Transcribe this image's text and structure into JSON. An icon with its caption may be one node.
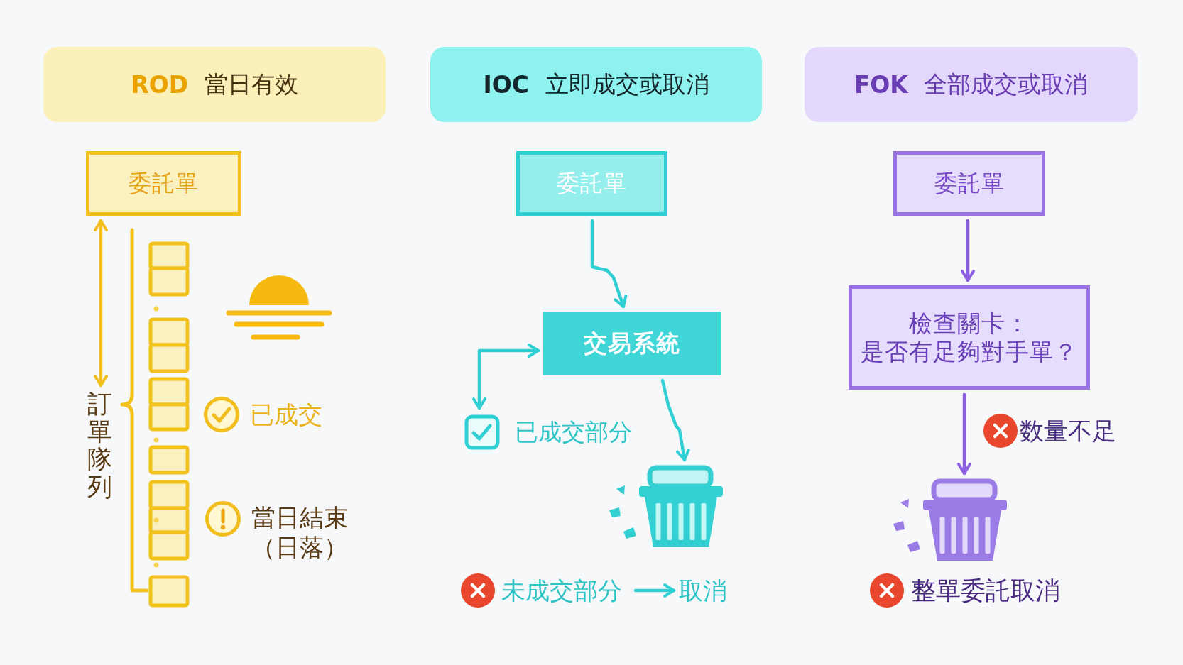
{
  "diagram": {
    "nodes": [
      {
        "text": [
          "**ROD** 當日有效"
        ]
      },
      {
        "text": [
          "**IOC** 立即成交或取消"
        ]
      },
      {
        "text": [
          "**FOK** 全部成交或取消"
        ]
      },
      {
        "text": [
          "委託單"
        ]
      },
      {
        "text": [
          "訂單隊列"
        ]
      },
      {
        "text": [
          "委託單"
        ]
      },
      {
        "text": [
          "交易系統"
        ]
      },
      {
        "text": [
          "已成交部分"
        ]
      },
      {
        "text": [],
        "shape": "picture"
      },
      {
        "text": [
          "未成交部分"
        ]
      },
      {
        "text": [
          "取消"
        ]
      },
      {
        "text": [
          "委託單"
        ]
      },
      {
        "text": [
          "檢查關卡：",
          "是否有足夠對手單？"
        ]
      },
      {
        "text": [],
        "shape": "picture",
        "beside": [
          "整單委託取消"
        ]
      }
    ],
    "edges": [
      {
        "from": 3,
        "to": 4,
        "arrow": "both",
        "color": "#f2c01e"
      },
      {
        "from": 5,
        "to": 6,
        "arrow": "to"
      },
      {
        "from": 6,
        "to": 7,
        "arrow": "both"
      },
      {
        "from": 6,
        "to": 8,
        "arrow": "to"
      },
      {
        "from": 9,
        "to": 10,
        "arrow": "to"
      },
      {
        "from": 11,
        "to": 12,
        "arrow": "to",
        "color": "#8c5fe0"
      },
      {
        "from": 12,
        "to": 13,
        "arrow": "to",
        "label": "数量不足",
        "color": "#8c5fe0"
      }
    ],
    "labels": [
      "已成交",
      "當日結束（日落）"
    ]
  }
}
